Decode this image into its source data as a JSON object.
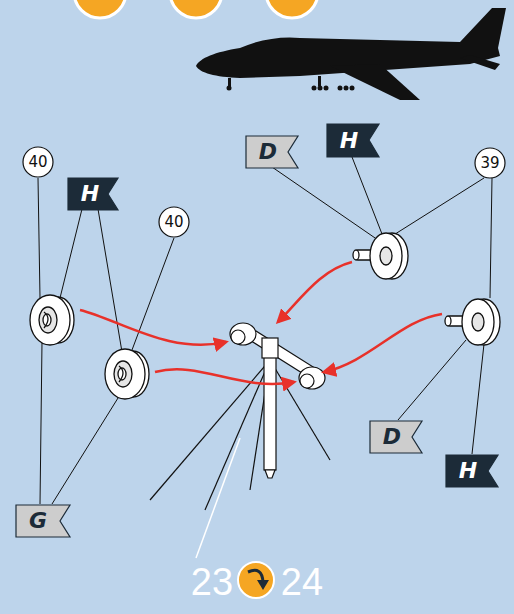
{
  "diagram": {
    "labels": [
      "40",
      "H",
      "40",
      "D",
      "H",
      "39",
      "D",
      "H",
      "G",
      "23",
      "24"
    ]
  }
}
